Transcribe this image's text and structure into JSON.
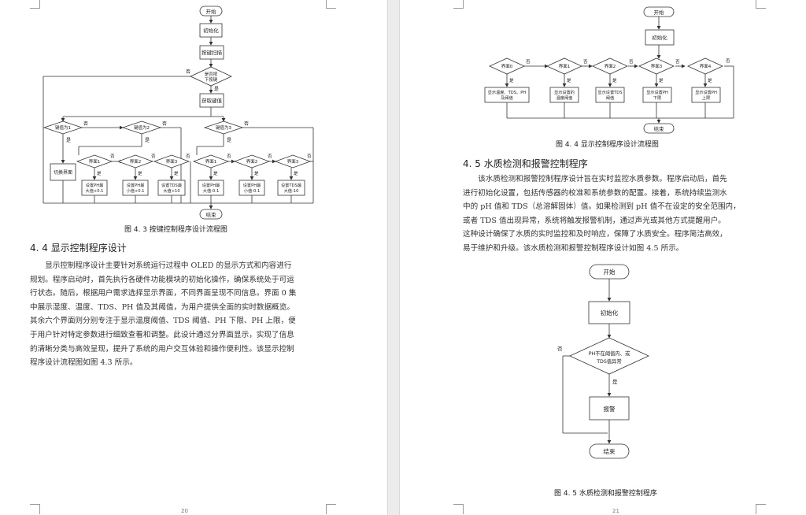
{
  "left_page": {
    "figure": {
      "caption": "图 4. 3  按键控制程序设计流程图",
      "nodes": {
        "start": "开始",
        "init": "初始化",
        "scan": "按键扫描",
        "decision_key": [
          "是否按",
          "下按键"
        ],
        "get_value": "获取键值",
        "key1": "键值为1",
        "key2": "键值为2",
        "key3": "键值为3",
        "switch": "切换界面",
        "screen1": "界面1",
        "screen2": "界面2",
        "screen3": "界面3",
        "set_l1": [
          "设置PH最",
          "大值+0.1"
        ],
        "set_l2": [
          "设置PH最",
          "小值+0.1"
        ],
        "set_l3": [
          "设置TDS最",
          "大值+10"
        ],
        "set_r1": [
          "设置PH最",
          "大值-0.1"
        ],
        "set_r2": [
          "设置PH最",
          "小值-0.1"
        ],
        "set_r3": [
          "设置TDS最",
          "大值-10"
        ],
        "end": "结束"
      },
      "labels": {
        "yes": "是",
        "no": "否"
      }
    },
    "heading": "4. 4  显示控制程序设计",
    "paragraph": [
      "显示控制程序设计主要针对系统运行过程中 OLED 的显示方式和内容进行",
      "规划。程序启动时，首先执行各硬件功能模块的初始化操作，确保系统处于可运",
      "行状态。随后，根据用户需求选择显示界面，不同界面呈现不同信息。界面 0 集",
      "中展示湿度、温度、TDS、PH 值及其阈值，为用户提供全面的实时数据概览。",
      "其余六个界面则分别专注于显示温度阈值、TDS 阈值、PH 下限、PH 上限，便",
      "于用户针对特定参数进行细致查看和调整。此设计通过分界面显示，实现了信息",
      "的清晰分类与高效呈现，提升了系统的用户交互体验和操作便利性。该显示控制",
      "程序设计流程图如图 4.3 所示。"
    ],
    "page_number": "20"
  },
  "right_page": {
    "figure_top": {
      "caption": "图 4. 4  显示控制程序设计流程图",
      "nodes": {
        "start": "开始",
        "init": "初始化",
        "screens": [
          "界面0",
          "界面1",
          "界面2",
          "界面3",
          "界面4"
        ],
        "boxes": [
          [
            "显示温度、TDS、PH",
            "及阈值"
          ],
          [
            "显示设置的",
            "温度阈值"
          ],
          [
            "显示设置TDS",
            "阈值"
          ],
          [
            "显示设置PH",
            "下限"
          ],
          [
            "显示设置PH",
            "上限"
          ]
        ],
        "end": "结束"
      }
    },
    "heading": "4. 5 水质检测和报警控制程序",
    "paragraph": [
      "该水质检测和报警控制程序设计旨在实时监控水质参数。程序启动后，首先",
      "进行初始化设置，包括传感器的校准和系统参数的配置。接着，系统持续监测水",
      "中的 pH 值和 TDS（总溶解固体）值。如果检测到 pH 值不在设定的安全范围内，",
      "或者 TDS 值出现异常，系统将触发报警机制，通过声光或其他方式提醒用户。",
      "这种设计确保了水质的实时监控和及时响应，保障了水质安全。程序简洁高效，",
      "易于维护和升级。该水质检测和报警控制程序设计如图 4.5 所示。"
    ],
    "figure_bottom": {
      "caption": "图 4. 5  水质检测和报警控制程序",
      "nodes": {
        "start": "开始",
        "init": "初始化",
        "decision": [
          "PH不在阈值内、或",
          "TDS值异常"
        ],
        "alarm": "报警",
        "end": "结束"
      }
    },
    "page_number": "21"
  }
}
